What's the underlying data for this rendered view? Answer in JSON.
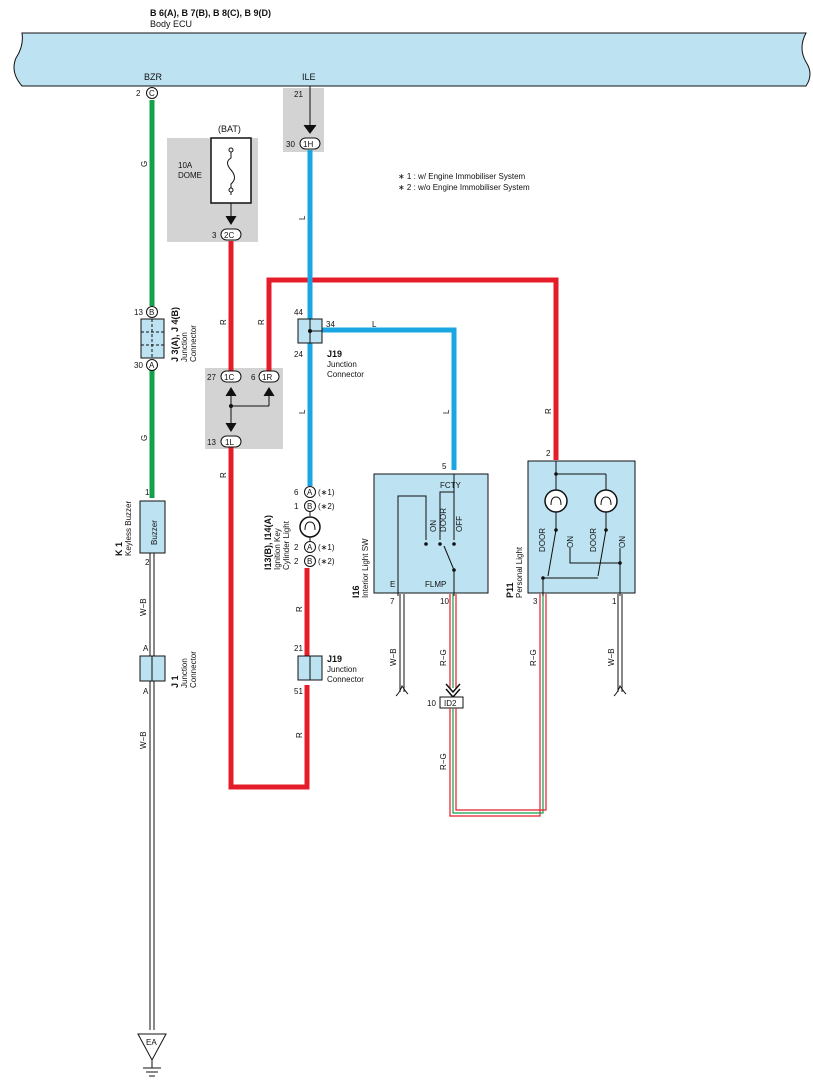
{
  "header": {
    "ecu_codes": "B 6(A), B 7(B), B 8(C), B 9(D)",
    "ecu_name": "Body ECU",
    "term_bzr": "BZR",
    "term_ile": "ILE"
  },
  "notes": {
    "note1": "∗ 1 : w/ Engine Immobiliser System",
    "note2": "∗ 2 : w/o Engine Immobiliser System"
  },
  "fuse": {
    "source": "(BAT)",
    "rating": "10A",
    "name": "DOME"
  },
  "connectors": {
    "c2C": {
      "pin": "2",
      "letter": "C"
    },
    "c21": "21",
    "c1H": {
      "pin": "30",
      "label": "1H"
    },
    "c2C_fuse": {
      "pin": "3",
      "label": "2C"
    },
    "c1C": {
      "pin": "27",
      "label": "1C"
    },
    "c1R": {
      "pin": "6",
      "label": "1R"
    },
    "c1L": {
      "pin": "13",
      "label": "1L"
    },
    "jb_top": {
      "pin": "13",
      "letter": "B"
    },
    "jb_bot": {
      "pin": "30",
      "letter": "A"
    },
    "id2": {
      "pin": "10",
      "label": "ID2"
    }
  },
  "components": {
    "j3": {
      "code": "J 3(A), J 4(B)",
      "name": "Junction Connector"
    },
    "j19a": {
      "code": "J19",
      "name": "Junction",
      "name2": "Connector",
      "pin_top": "44",
      "pin_right": "34",
      "pin_bot": "24"
    },
    "j19b": {
      "code": "J19",
      "name": "Junction",
      "name2": "Connector",
      "pin_top": "21",
      "pin_bot": "51"
    },
    "k1": {
      "code": "K 1",
      "name": "Keyless Buzzer",
      "inner": "Buzzer",
      "pin_top": "1",
      "pin_bot": "2"
    },
    "j1": {
      "code": "J 1",
      "name": "Junction",
      "name2": "Connector",
      "pin_top": "A",
      "pin_bot": "A"
    },
    "i13": {
      "code": "I13(B), I14(A)",
      "name": "Ignition Key",
      "name2": "Cylinder Light",
      "p1": "6",
      "p1l": "A",
      "p1n": "(∗1)",
      "p2": "1",
      "p2l": "B",
      "p2n": "(∗2)",
      "p3": "2",
      "p3l": "A",
      "p3n": "(∗1)",
      "p4": "2",
      "p4l": "B",
      "p4n": "(∗2)"
    },
    "i16": {
      "code": "I16",
      "name": "Interior Light SW",
      "fcty": "FCTY",
      "flmp": "FLMP",
      "e": "E",
      "on": "ON",
      "door": "DOOR",
      "off": "OFF",
      "pin_fcty": "5",
      "pin_e": "7",
      "pin_flmp": "10"
    },
    "p11": {
      "code": "P11",
      "name": "Personal Light",
      "door": "DOOR",
      "on": "ON",
      "pin_top": "2",
      "pin_left": "3",
      "pin_right": "1"
    }
  },
  "wires": {
    "g": "G",
    "l": "L",
    "r": "R",
    "wb": "W−B",
    "rg": "R−G"
  },
  "ground": {
    "label": "EA"
  },
  "colors": {
    "ecu_fill": "#bde3f2",
    "box_fill": "#bde3f2",
    "gray": "#d3d3d3",
    "green": "#12a04a",
    "blue": "#1aa6e3",
    "red": "#e51d2a",
    "black": "#111111"
  }
}
